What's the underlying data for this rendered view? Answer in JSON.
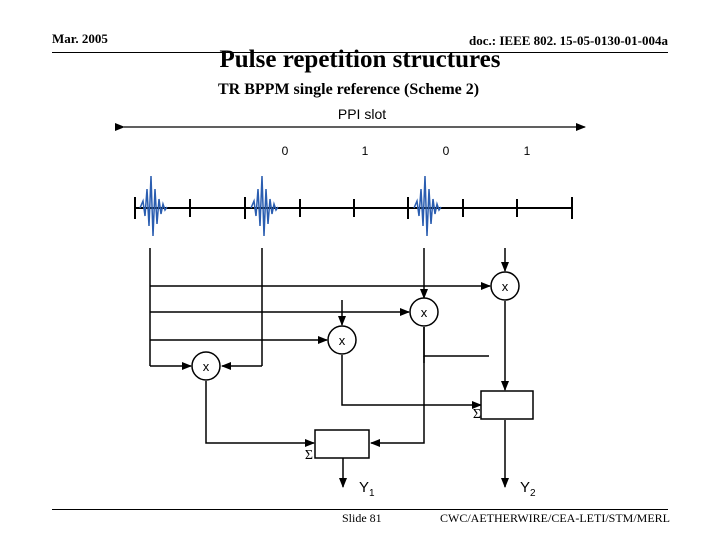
{
  "header": {
    "date": "Mar. 2005",
    "doc_id": "doc.: IEEE 802. 15-05-0130-01-004a"
  },
  "title": "Pulse repetition structures",
  "subtitle": "TR BPPM single reference (Scheme 2)",
  "diagram": {
    "slot_label": "PPI slot",
    "bits": [
      "0",
      "1",
      "0",
      "1"
    ],
    "multiplier_symbol": "x",
    "sum_symbol": "Σ",
    "outputs": {
      "y1": "Y",
      "y1_sub": "1",
      "y2": "Y",
      "y2_sub": "2"
    },
    "pulse_color": "#2a5db0"
  },
  "footer": {
    "slide": "Slide 81",
    "org": "CWC/AETHERWIRE/CEA-LETI/STM/MERL"
  }
}
